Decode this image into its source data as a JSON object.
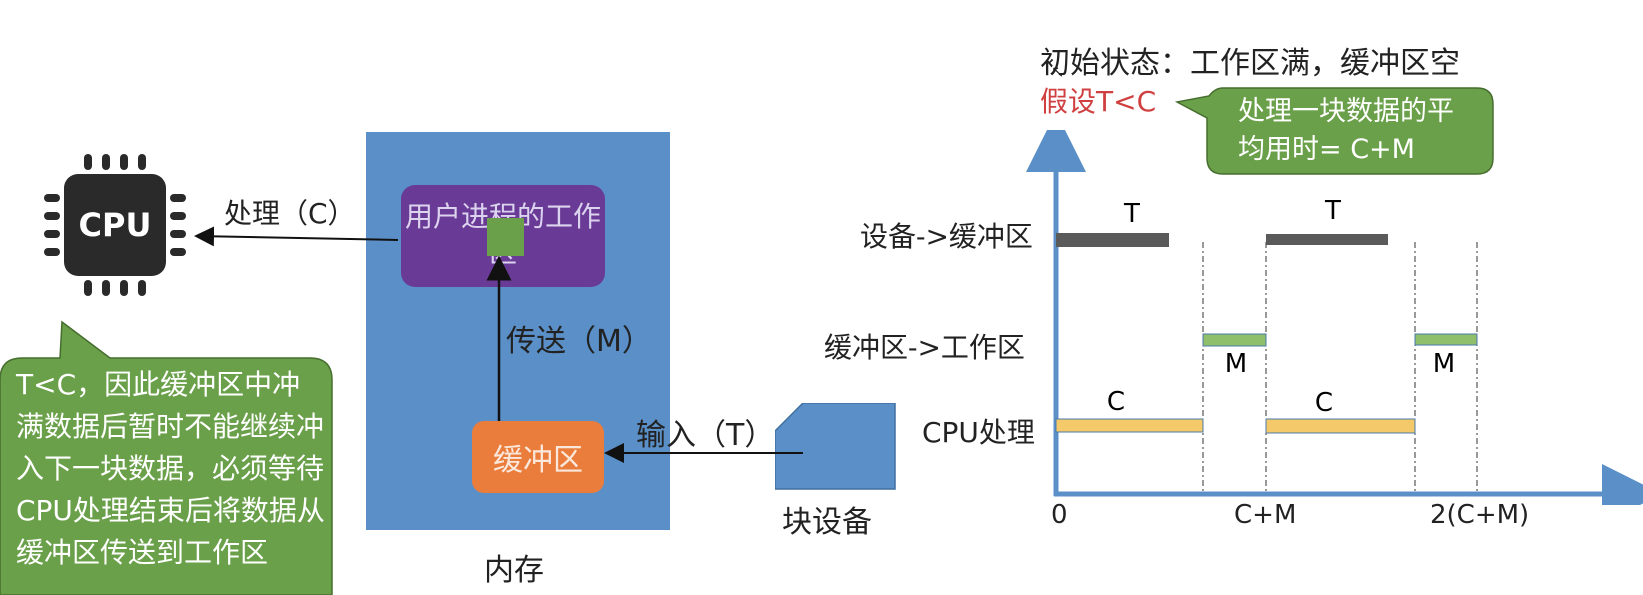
{
  "header": {
    "initial_state": "初始状态：工作区满，缓冲区空",
    "assumption": "假设T<C"
  },
  "cpu": {
    "chip_label": "CPU"
  },
  "labels": {
    "process": "处理（C）",
    "transfer": "传送（M）",
    "input": "输入（T）",
    "work_area": "用户进程的工作区",
    "buffer": "缓冲区",
    "memory": "内存",
    "block_device": "块设备"
  },
  "callouts": {
    "left": "T<C，因此缓冲区中冲满数据后暂时不能继续冲入下一块数据，必须等待CPU处理结束后将数据从缓冲区传送到工作区",
    "right": "处理一块数据的平均用时= C+M"
  },
  "timeline": {
    "row_labels": [
      "设备->缓冲区",
      "缓冲区->工作区",
      "CPU处理"
    ],
    "x_ticks": [
      "0",
      "C+M",
      "2(C+M)"
    ],
    "segment_labels": {
      "T1": "T",
      "T2": "T",
      "M1": "M",
      "M2": "M",
      "C1": "C",
      "C2": "C"
    }
  },
  "colors": {
    "memory": "#5a8fc8",
    "work_area": "#6a3b96",
    "buffer": "#ea7d3c",
    "data_block": "#6aa04a",
    "callout": "#6aa04a",
    "assumption_text": "#d04040",
    "bar_device": "#5a5a5a",
    "bar_transfer": "#8fbf6a",
    "bar_cpu": "#f4c96a",
    "axis": "#5b8fc8"
  }
}
